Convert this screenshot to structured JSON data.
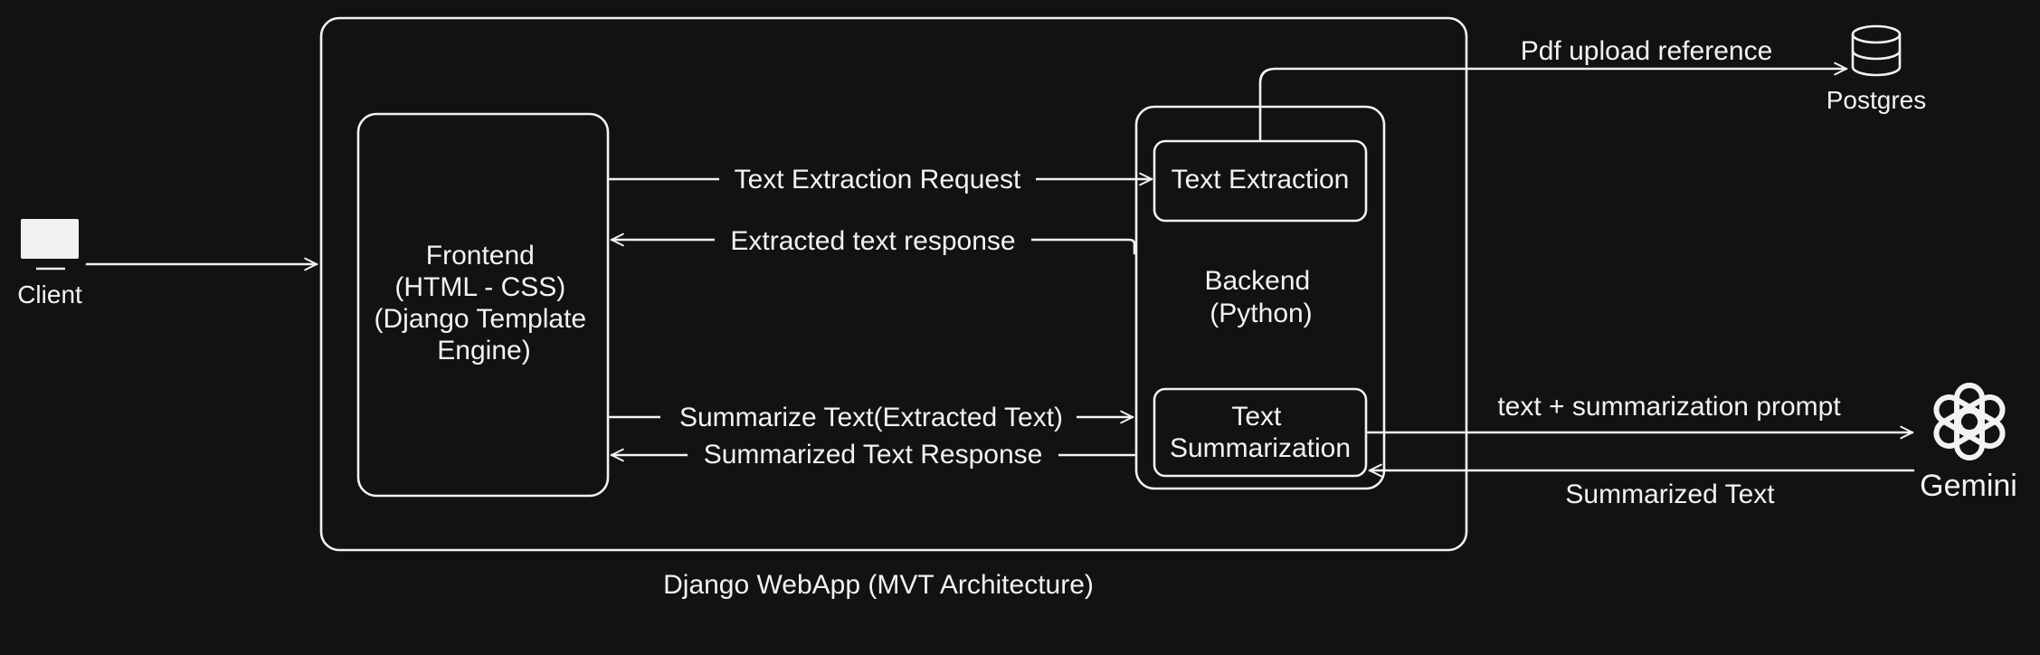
{
  "diagram": {
    "client": {
      "label": "Client"
    },
    "webapp": {
      "label": "Django WebApp (MVT Architecture)"
    },
    "frontend": {
      "lines": [
        "Frontend",
        "(HTML - CSS)",
        "(Django Template",
        "Engine)"
      ]
    },
    "backend": {
      "lines": [
        "Backend",
        "(Python)"
      ]
    },
    "text_extraction": {
      "label": "Text Extraction"
    },
    "text_summarization": {
      "lines": [
        "Text",
        "Summarization"
      ]
    },
    "postgres": {
      "label": "Postgres"
    },
    "gemini": {
      "label": "Gemini"
    },
    "edges": {
      "extraction_request": "Text Extraction Request",
      "extraction_response": "Extracted text response",
      "summarize_request": "Summarize Text(Extracted Text)",
      "summarize_response": "Summarized Text Response",
      "pdf_upload": "Pdf upload reference",
      "gemini_prompt": "text + summarization prompt",
      "gemini_response": "Summarized Text"
    }
  }
}
